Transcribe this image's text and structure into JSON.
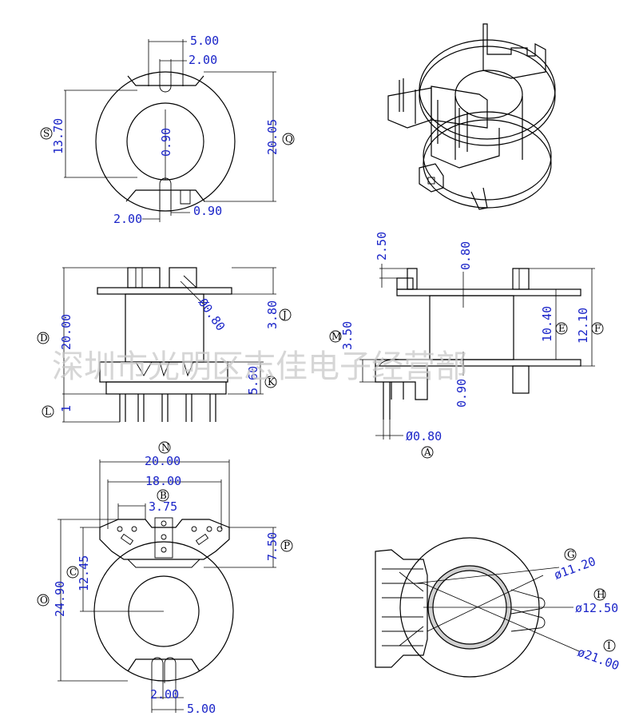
{
  "watermark": "深圳市光明区志佳电子经营部",
  "top_view": {
    "dims": [
      "5.00",
      "2.00",
      "13.70",
      "0.90",
      "20.05",
      "2.00",
      "0.90"
    ],
    "labels": [
      "S",
      "Q"
    ]
  },
  "side_view": {
    "dims": [
      "Ø0.80",
      "3.80",
      "20.00",
      "5.60",
      "1"
    ],
    "labels": [
      "D",
      "J",
      "K",
      "L"
    ]
  },
  "front_view": {
    "dims": [
      "2.50",
      "0.80",
      "3.50",
      "10.40",
      "12.10",
      "0.90",
      "Ø0.80"
    ],
    "labels": [
      "M",
      "E",
      "F",
      "A"
    ]
  },
  "bottom_view": {
    "dims": [
      "20.00",
      "18.00",
      "3.75",
      "12.45",
      "7.50",
      "24.90",
      "2.00",
      "5.00"
    ],
    "labels": [
      "N",
      "B",
      "C",
      "P",
      "O"
    ]
  },
  "section_view": {
    "dims": [
      "ø11.20",
      "ø12.50",
      "ø21.00"
    ],
    "labels": [
      "G",
      "H",
      "I"
    ]
  }
}
